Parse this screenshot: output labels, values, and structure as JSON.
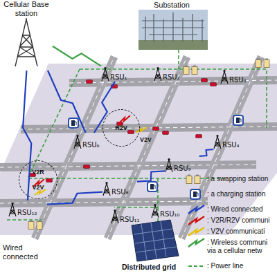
{
  "diagram": {
    "nodes": [
      {
        "text": [
          "Cellular Base station"
        ]
      },
      {
        "text": [
          "RSU₁"
        ]
      },
      {
        "text": [
          "RSU₂"
        ]
      },
      {
        "text": [
          "RSU₃"
        ]
      },
      {
        "text": [
          "R2V"
        ]
      },
      {
        "text": [
          "RSU₆"
        ]
      },
      {
        "text": [
          "RSU₄"
        ]
      },
      {
        "text": [
          "RSU₉"
        ]
      },
      {
        "text": [
          "V2R",
          "V2V"
        ]
      },
      {
        "text": [
          "RSU₈"
        ]
      },
      {
        "text": [
          "RSU₁₂"
        ]
      },
      {
        "text": [
          "RSU₁₁"
        ]
      },
      {
        "text": [
          "RSU₁₀"
        ]
      }
    ],
    "edges": [
      {
        "from": 0,
        "to": 1,
        "arrow": "none"
      },
      {
        "from": 0,
        "to": 5,
        "arrow": "none"
      },
      {
        "from": 0,
        "to": 10,
        "arrow": "none"
      },
      {
        "from": 5,
        "to": 1,
        "arrow": "none"
      },
      {
        "from": 9,
        "to": 7,
        "arrow": "none"
      },
      {
        "from": 6,
        "to": 7,
        "arrow": "none"
      },
      {
        "from": 10,
        "to": 9,
        "arrow": "none"
      }
    ],
    "labels": [
      "Substation",
      "V2V",
      "Wired connected",
      "Distributed grid"
    ],
    "legend": [
      {
        "text": ": a swapping station"
      },
      {
        "text": ": a charging station"
      },
      {
        "text": ": Wired connected"
      },
      {
        "text": ": V2R/R2V communi"
      },
      {
        "text": ": V2V communicati"
      },
      {
        "text": ": Wireless communi via a cellular netw"
      },
      {
        "text": ": Power line"
      }
    ]
  }
}
